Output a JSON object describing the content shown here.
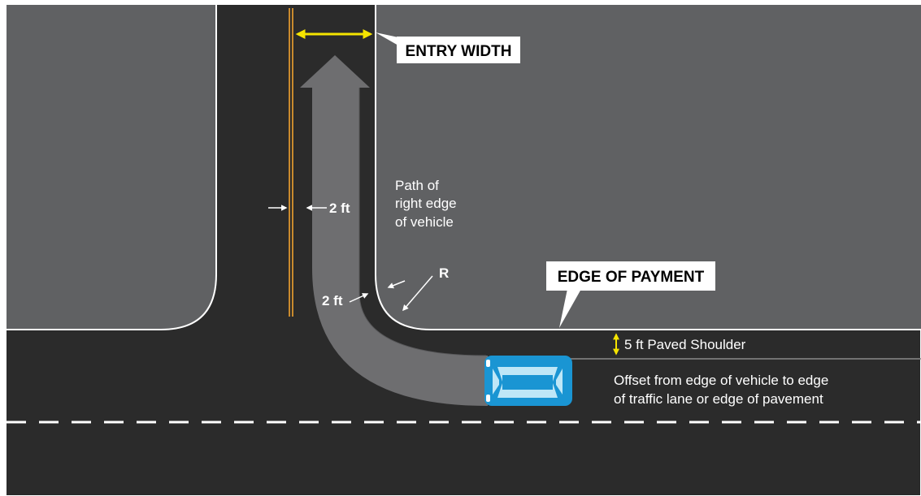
{
  "labels": {
    "entry_width": "ENTRY WIDTH",
    "edge_of_payment": "EDGE OF PAYMENT",
    "two_ft_top": "2 ft",
    "two_ft_curve": "2 ft",
    "radius": "R",
    "path_line1": "Path of",
    "path_line2": "right edge",
    "path_line3": "of vehicle",
    "shoulder": "5 ft Paved Shoulder",
    "offset_line1": "Offset from edge of vehicle to edge",
    "offset_line2": "of traffic lane or edge of pavement"
  },
  "colors": {
    "background": "#ffffff",
    "roadway": "#2b2b2b",
    "lot": "#606163",
    "edge_line": "#ffffff",
    "path_fill": "#6e6e70",
    "callout_arrow": "#f5e400",
    "center_line": "#c98a2e",
    "vehicle_body": "#1a95d3",
    "vehicle_glass": "#bfe7f7",
    "label_box": "#ffffff",
    "label_text": "#000000"
  },
  "icons": {
    "vehicle": "car-top-view-icon",
    "dimension_arrow": "double-headed-arrow-icon",
    "path_arrow": "up-arrow-icon"
  }
}
